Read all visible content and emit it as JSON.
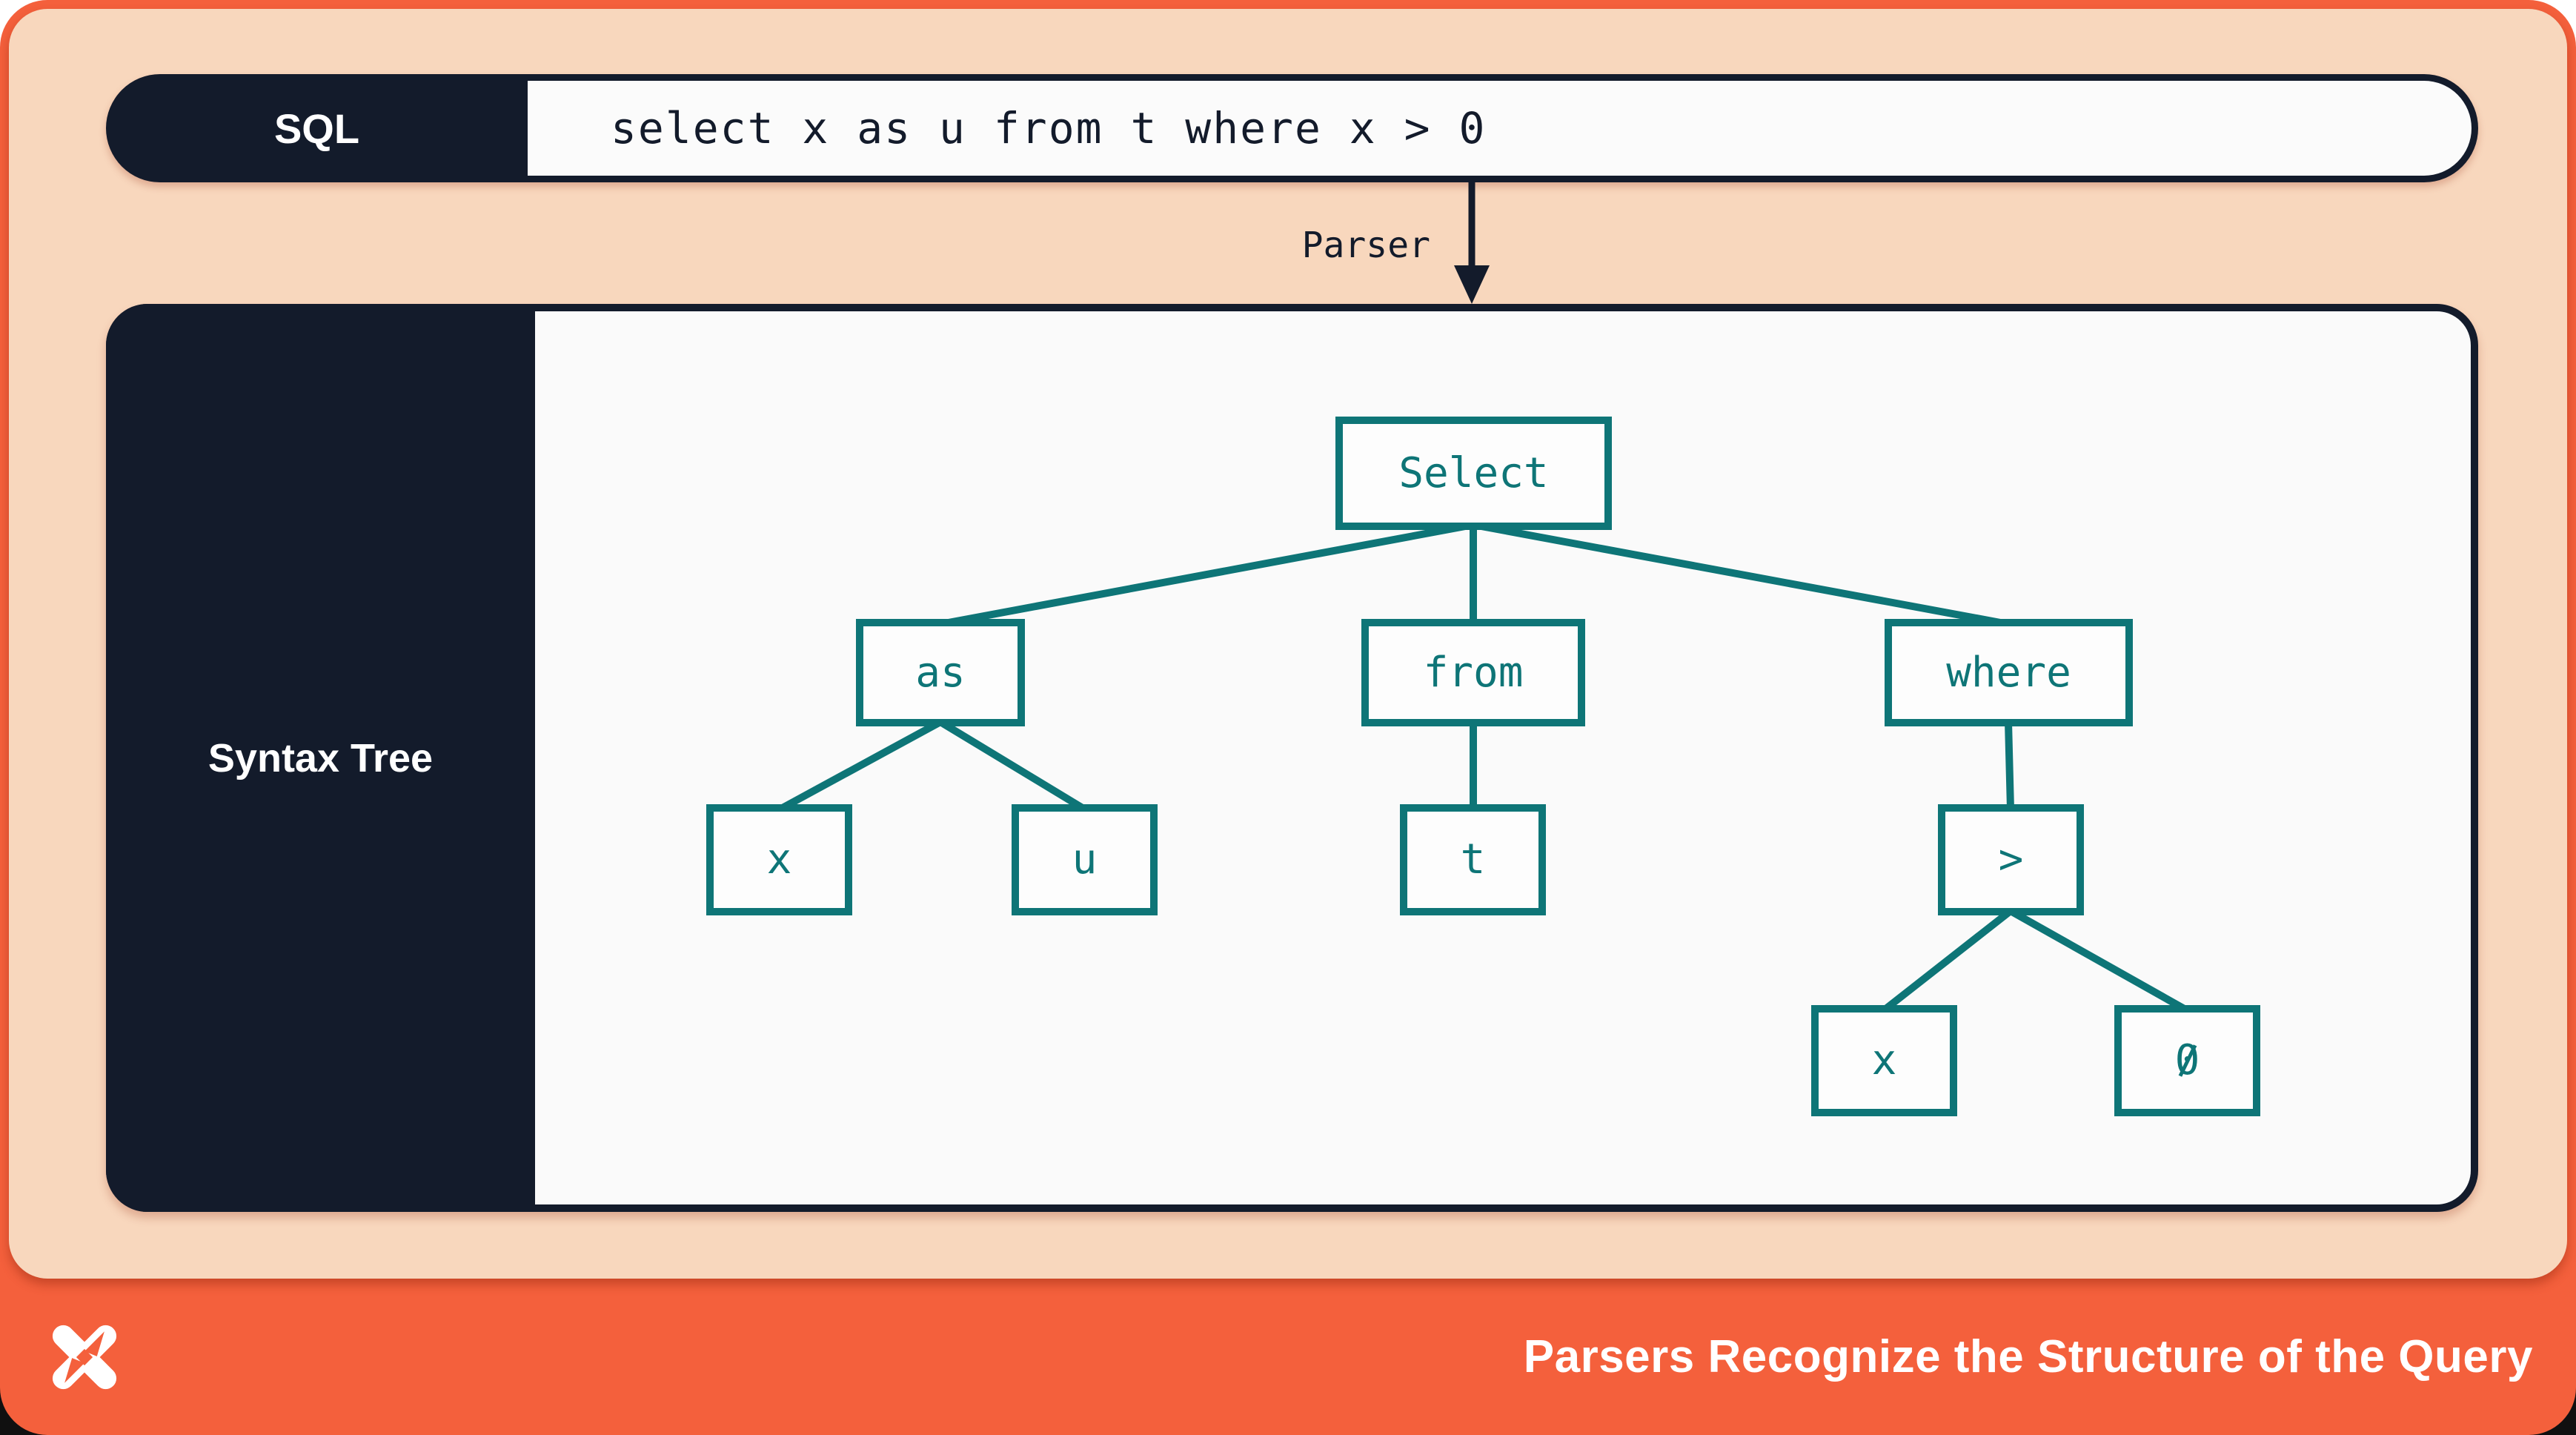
{
  "colors": {
    "navy": "#131b2b",
    "peach": "#f8d7bd",
    "coral": "#f4603c",
    "teal": "#0e7577",
    "panel_white": "#fafafa",
    "backdrop_black": "#101010",
    "white": "#ffffff"
  },
  "sql_bar": {
    "label": "SQL",
    "query": "select x as u from t where x > 0"
  },
  "parser": {
    "label": "Parser"
  },
  "tree_panel": {
    "label": "Syntax Tree"
  },
  "tree": {
    "nodes": [
      {
        "id": "select",
        "label": "Select",
        "parent": null
      },
      {
        "id": "as",
        "label": "as",
        "parent": "select"
      },
      {
        "id": "from",
        "label": "from",
        "parent": "select"
      },
      {
        "id": "where",
        "label": "where",
        "parent": "select"
      },
      {
        "id": "x1",
        "label": "x",
        "parent": "as"
      },
      {
        "id": "u",
        "label": "u",
        "parent": "as"
      },
      {
        "id": "t",
        "label": "t",
        "parent": "from"
      },
      {
        "id": "gt",
        "label": ">",
        "parent": "where"
      },
      {
        "id": "x2",
        "label": "x",
        "parent": "gt"
      },
      {
        "id": "zero",
        "label": "0",
        "parent": "gt"
      }
    ]
  },
  "footer": {
    "title": "Parsers Recognize the Structure of the Query",
    "logo": "dagster-pinwheel-logo"
  }
}
